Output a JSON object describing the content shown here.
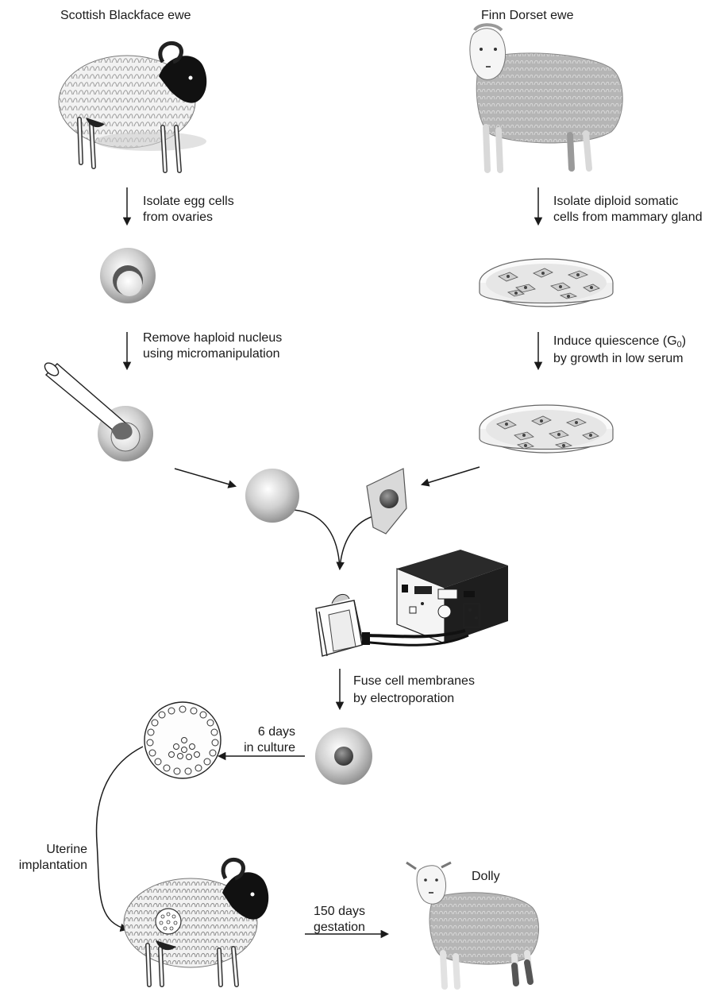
{
  "labels": {
    "scottish_ewe": "Scottish Blackface ewe",
    "finn_ewe": "Finn Dorset ewe",
    "isolate_egg_1": "Isolate egg cells",
    "isolate_egg_2": "from ovaries",
    "isolate_somatic_1": "Isolate diploid somatic",
    "isolate_somatic_2": "cells from mammary gland",
    "remove_nucleus_1": "Remove haploid nucleus",
    "remove_nucleus_2": "using micromanipulation",
    "induce_1": "Induce quiescence (G",
    "induce_sub": "0",
    "induce_close": ")",
    "induce_2": "by growth in low serum",
    "fuse_1": "Fuse cell membranes",
    "fuse_2": "by electroporation",
    "culture_1": "6 days",
    "culture_2": "in culture",
    "uterine_1": "Uterine",
    "uterine_2": "implantation",
    "gestation_1": "150 days",
    "gestation_2": "gestation",
    "dolly": "Dolly"
  },
  "colors": {
    "ink": "#1a1a1a",
    "wool_light": "#e8e8e8",
    "wool_gray": "#a8a8a8",
    "cell_gray": "#bdbdbd",
    "nucleus_dark": "#4a4a4a"
  }
}
